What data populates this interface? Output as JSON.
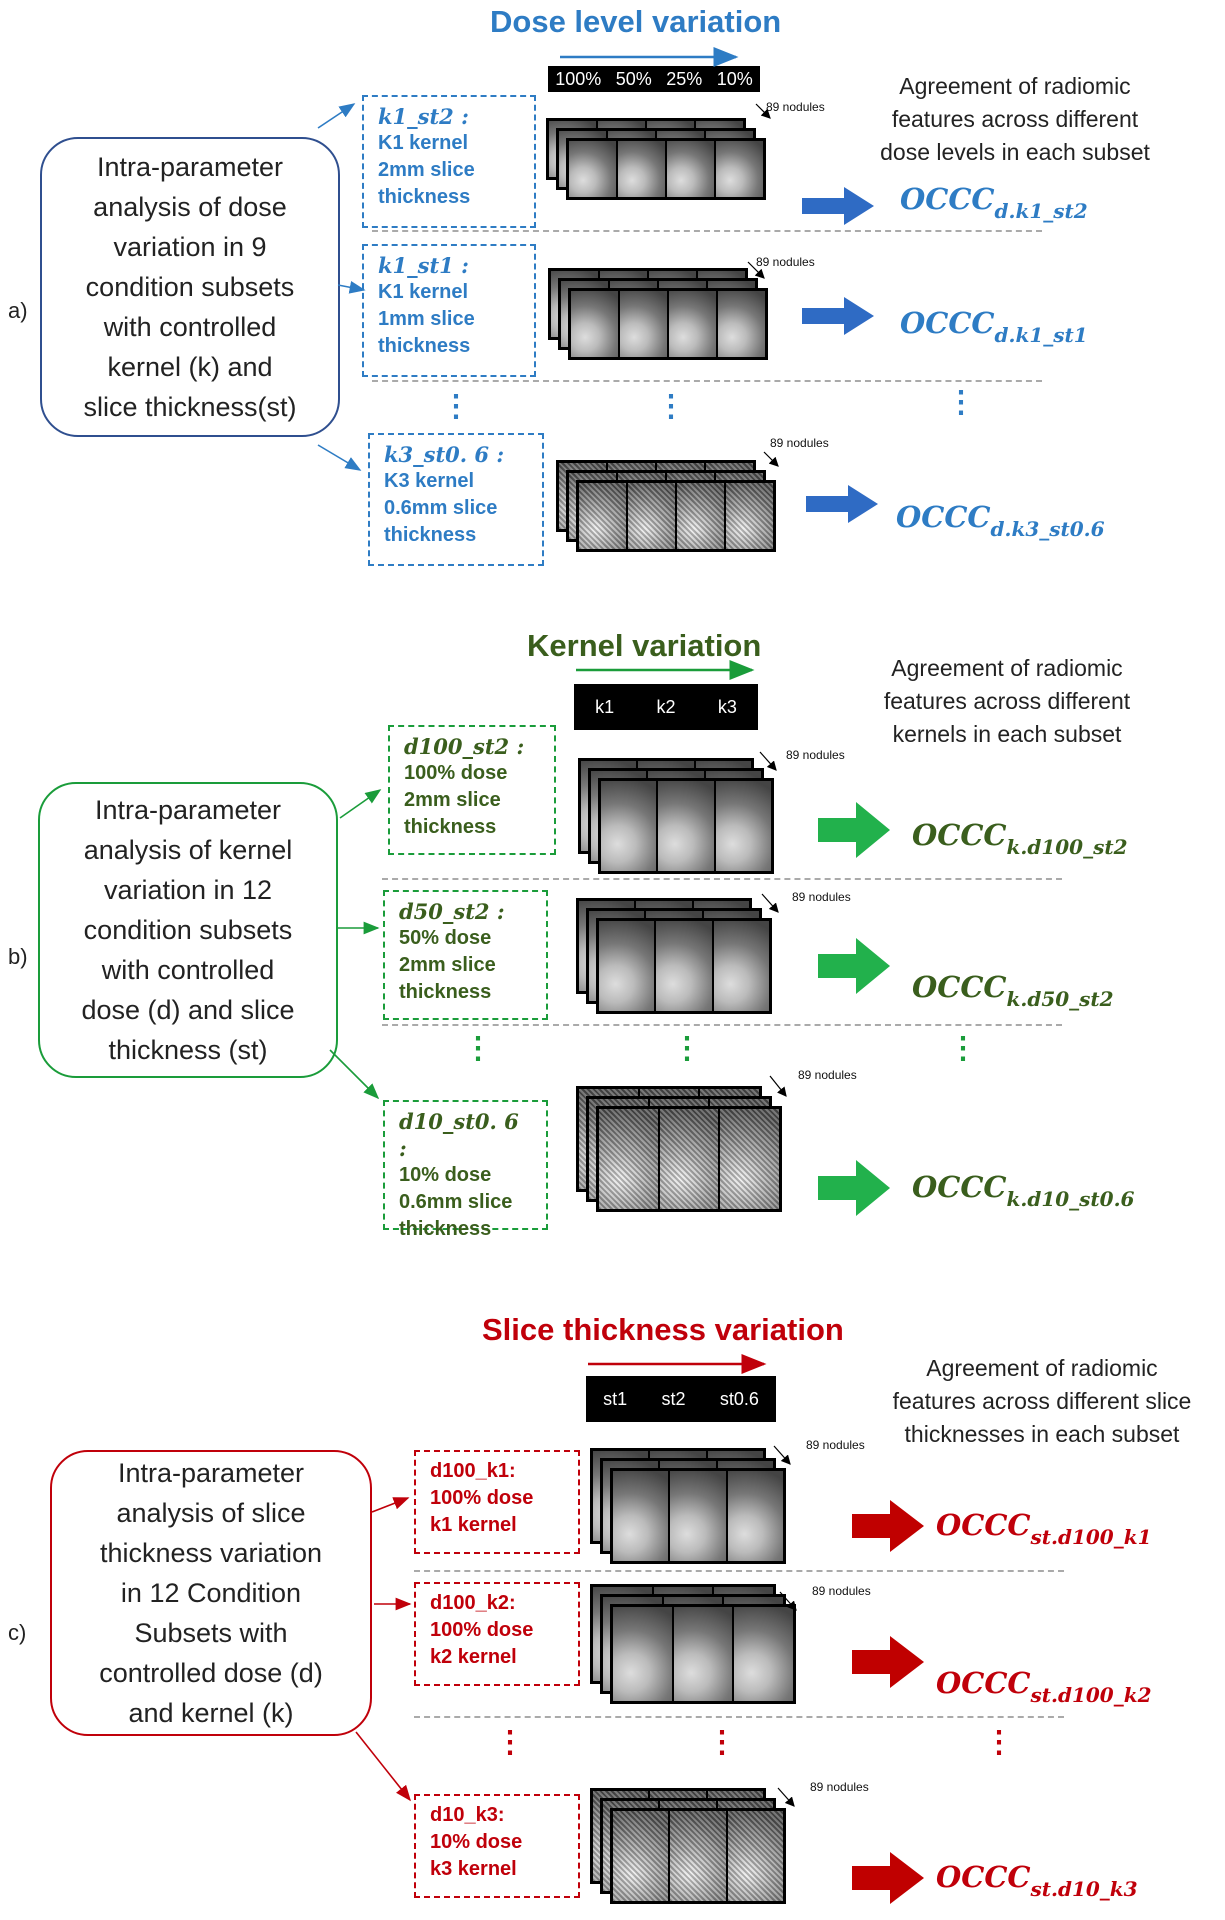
{
  "colors": {
    "a": "#2e7cc4",
    "a_box": "#2f4f8f",
    "b": "#1a9c3a",
    "b_text": "#3a5e1d",
    "c": "#c0000a",
    "arrow_a": "#2f6bc4",
    "arrow_b": "#22b14c",
    "arrow_c": "#c00000"
  },
  "sections": [
    {
      "label": "a)",
      "title": "Dose level variation",
      "legend": [
        "100%",
        "50%",
        "25%",
        "10%"
      ],
      "description": [
        "Agreement of radiomic",
        "features across different",
        "dose levels in each subset"
      ],
      "box": [
        "Intra-parameter",
        "analysis of dose",
        "variation in 9",
        "condition subsets",
        "with controlled",
        "kernel (k) and",
        "slice thickness(st)"
      ],
      "subsets": [
        {
          "head": "k1_st2 :",
          "lines": [
            "K1 kernel",
            "2mm slice",
            "thickness"
          ],
          "nodules": "89 nodules",
          "occc": "OCCC",
          "occc_sub": "d.k1_st2"
        },
        {
          "head": "k1_st1 :",
          "lines": [
            "K1 kernel",
            "1mm slice",
            "thickness"
          ],
          "nodules": "89 nodules",
          "occc": "OCCC",
          "occc_sub": "d.k1_st1"
        },
        {
          "head": "k3_st0. 6 :",
          "lines": [
            "K3 kernel",
            "0.6mm slice",
            "thickness"
          ],
          "nodules": "89 nodules",
          "occc": "OCCC",
          "occc_sub": "d.k3_st0.6"
        }
      ]
    },
    {
      "label": "b)",
      "title": "Kernel variation",
      "legend": [
        "k1",
        "k2",
        "k3"
      ],
      "description": [
        "Agreement of radiomic",
        "features across different",
        "kernels in each subset"
      ],
      "box": [
        "Intra-parameter",
        "analysis of kernel",
        "variation in 12",
        "condition subsets",
        "with controlled",
        "dose (d) and slice",
        "thickness (st)"
      ],
      "subsets": [
        {
          "head": "d100_st2 :",
          "lines": [
            "100% dose",
            "2mm slice",
            "thickness"
          ],
          "nodules": "89 nodules",
          "occc": "OCCC",
          "occc_sub": "k.d100_st2"
        },
        {
          "head": "d50_st2 :",
          "lines": [
            "50% dose",
            "2mm slice",
            "thickness"
          ],
          "nodules": "89 nodules",
          "occc": "OCCC",
          "occc_sub": "k.d50_st2"
        },
        {
          "head": "d10_st0. 6 :",
          "lines": [
            "10% dose",
            "0.6mm slice",
            "thickness"
          ],
          "nodules": "89 nodules",
          "occc": "OCCC",
          "occc_sub": "k.d10_st0.6"
        }
      ]
    },
    {
      "label": "c)",
      "title": "Slice thickness variation",
      "legend": [
        "st1",
        "st2",
        "st0.6"
      ],
      "description": [
        "Agreement of radiomic",
        "features across different slice",
        "thicknesses in each subset"
      ],
      "box": [
        "Intra-parameter",
        "analysis of slice",
        "thickness variation",
        "in 12 Condition",
        "Subsets with",
        "controlled dose (d)",
        "and kernel (k)"
      ],
      "subsets": [
        {
          "head": "d100_k1:",
          "lines": [
            "100% dose",
            "k1 kernel"
          ],
          "nodules": "89 nodules",
          "occc": "OCCC",
          "occc_sub": "st.d100_k1"
        },
        {
          "head": "d100_k2:",
          "lines": [
            "100% dose",
            "k2 kernel"
          ],
          "nodules": "89 nodules",
          "occc": "OCCC",
          "occc_sub": "st.d100_k2"
        },
        {
          "head": "d10_k3:",
          "lines": [
            "10% dose",
            "k3 kernel"
          ],
          "nodules": "89 nodules",
          "occc": "OCCC",
          "occc_sub": "st.d10_k3"
        }
      ]
    }
  ],
  "ellipsis": "⋮"
}
